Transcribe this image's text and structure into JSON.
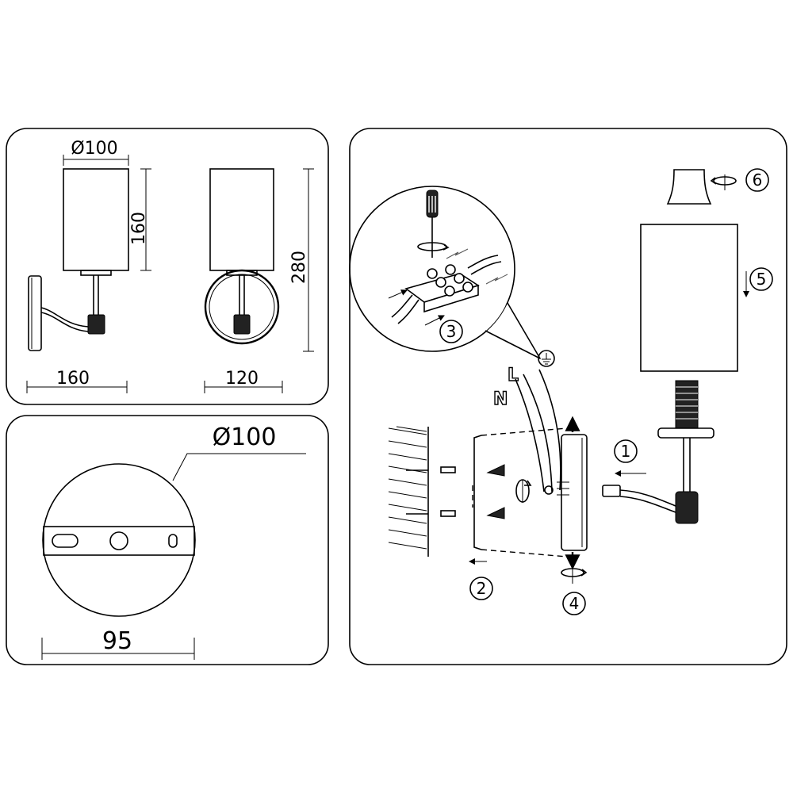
{
  "dimensions": {
    "front_width": "160",
    "side_width": "120",
    "shade_diameter": "Ø100",
    "shade_height": "160",
    "total_height": "280",
    "base_diameter": "Ø100",
    "bracket_length": "95"
  },
  "steps": [
    "1",
    "2",
    "3",
    "4",
    "5",
    "6"
  ],
  "wires": {
    "live": "L",
    "neutral": "N"
  },
  "icons": [
    "ground-icon",
    "rotate-icon",
    "screwdriver-icon",
    "arrow-icon"
  ]
}
